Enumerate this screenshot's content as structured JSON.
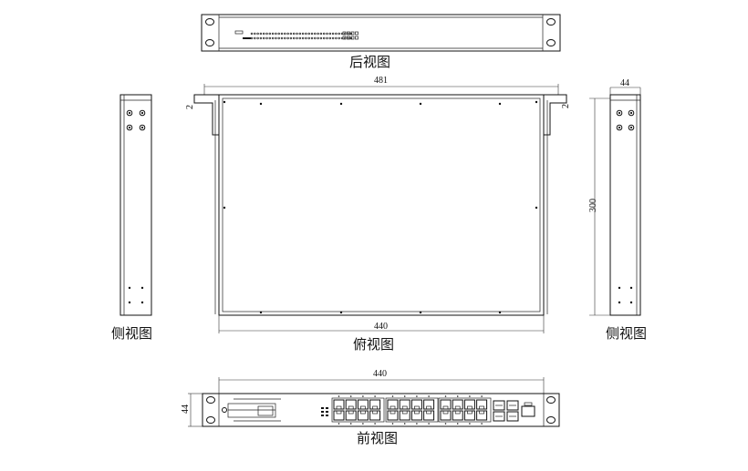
{
  "views": {
    "rear": {
      "label": "后视图"
    },
    "top": {
      "label": "俯视图",
      "width_outer": "481",
      "width_inner": "440",
      "depth": "300"
    },
    "side_left": {
      "label": "侧视图"
    },
    "side_right": {
      "label": "侧视图",
      "height": "44"
    },
    "front": {
      "label": "前视图",
      "width": "440",
      "height": "44",
      "rj45_ports": 24,
      "combo_ports": 4
    }
  },
  "colors": {
    "line": "#111111",
    "background": "#ffffff"
  }
}
